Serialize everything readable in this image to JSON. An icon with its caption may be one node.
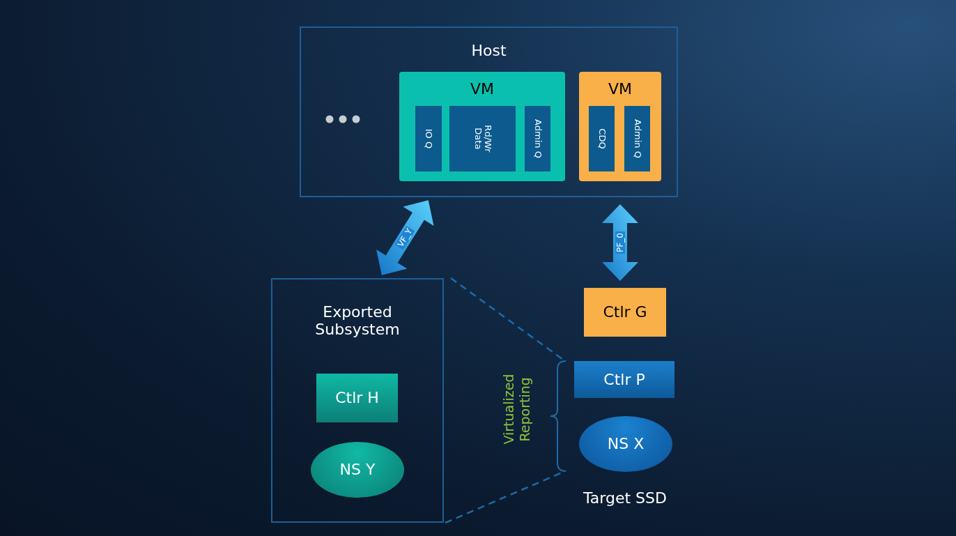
{
  "diagram": {
    "nodes": [
      {
        "text": [
          "Host"
        ]
      },
      {
        "text": [
          "VM"
        ],
        "in": 0
      },
      {
        "text": [
          "IO Q"
        ],
        "in": 1
      },
      {
        "text": [
          "Rd/Wr Data"
        ],
        "in": 1
      },
      {
        "text": [
          "Admin Q"
        ],
        "in": 1
      },
      {
        "text": [
          "VM"
        ],
        "in": 0
      },
      {
        "text": [
          "CDQ"
        ],
        "in": 5
      },
      {
        "text": [
          "Admin Q"
        ],
        "in": 5
      },
      {
        "text": [
          "Exported Subsystem"
        ]
      },
      {
        "text": [
          "Ctlr H"
        ],
        "in": 8
      },
      {
        "text": [
          "NS Y"
        ],
        "in": 8
      },
      {
        "text": [
          "Ctlr G"
        ]
      },
      {
        "text": [
          "Ctlr P"
        ]
      },
      {
        "text": [
          "NS X"
        ]
      },
      {
        "text": [],
        "shape": "bracket"
      }
    ],
    "edges": [
      {
        "from": 0,
        "to": 8,
        "arrow": "both",
        "label": "VF_Y",
        "style": "thick"
      },
      {
        "from": 0,
        "to": 11,
        "arrow": "both",
        "label": "PF_0",
        "style": "thick"
      },
      {
        "from": 8,
        "to": 14,
        "arrow": "none",
        "style": "dashed"
      },
      {
        "from": 8,
        "to": 14,
        "arrow": "none",
        "style": "dashed"
      }
    ],
    "labels": [
      "Virtualized Reporting",
      "Target SSD"
    ]
  }
}
